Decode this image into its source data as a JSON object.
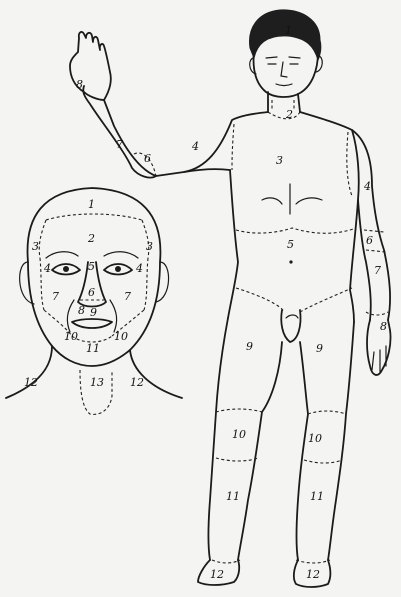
{
  "body_labels": {
    "head": "1",
    "neck": "2",
    "chest": "3",
    "upper_arm_right": "4",
    "upper_arm_left": "4",
    "abdomen": "5",
    "elbow_raised": "6",
    "elbow_left": "6",
    "forearm_raised": "7",
    "forearm_left": "7",
    "hand_raised": "8",
    "hand_left": "8",
    "thigh_right": "9",
    "thigh_left": "9",
    "knee_right": "10",
    "knee_left": "10",
    "shin_right": "11",
    "shin_left": "11",
    "foot_right": "12",
    "foot_left": "12"
  },
  "face_labels": {
    "scalp": "1",
    "forehead": "2",
    "temple_left": "3",
    "temple_right": "3",
    "eye_left": "4",
    "eye_right": "4",
    "nose": "5",
    "nose_tip": "6",
    "cheek_left": "7",
    "cheek_right": "7",
    "nostril": "8",
    "upper_lip": "9",
    "jaw_left": "10",
    "jaw_right": "10",
    "chin": "11",
    "neck_side_left": "12",
    "neck_side_right": "12",
    "neck_front": "13"
  }
}
